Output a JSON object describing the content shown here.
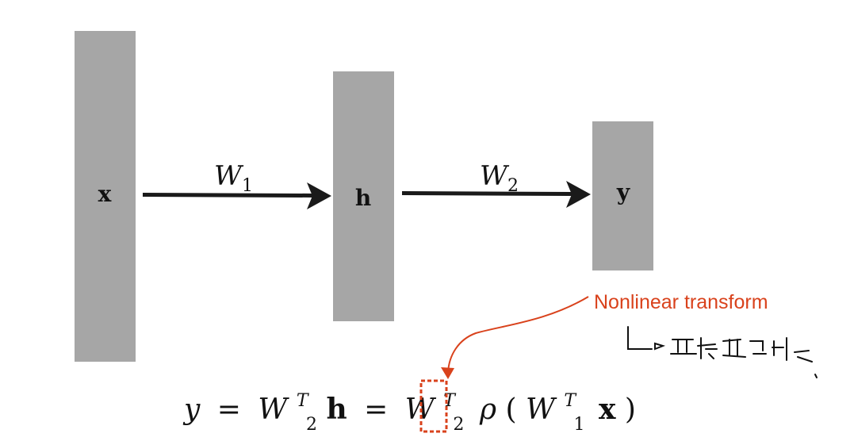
{
  "layers": {
    "x": {
      "label": "x"
    },
    "h": {
      "label": "h"
    },
    "y": {
      "label": "y"
    }
  },
  "weights": {
    "w1": {
      "base": "W",
      "sub": "1"
    },
    "w2": {
      "base": "W",
      "sub": "2"
    }
  },
  "equation": {
    "lhs": "y",
    "eq1": "=",
    "w2_base": "W",
    "w2_sup": "T",
    "w2_sub": "2",
    "h": "h",
    "eq2": "=",
    "w2b_base": "W",
    "w2b_sup": "T",
    "w2b_sub": "2",
    "rho": "ρ",
    "open": "(",
    "w1_base": "W",
    "w1_sup": "T",
    "w1_sub": "1",
    "x": "x",
    "close": ")"
  },
  "annotation": {
    "text": "Nonlinear transform",
    "color": "#d9421c"
  },
  "colors": {
    "layer_fill": "#a6a6a6",
    "arrow": "#1a1a1a",
    "text": "#111111"
  }
}
